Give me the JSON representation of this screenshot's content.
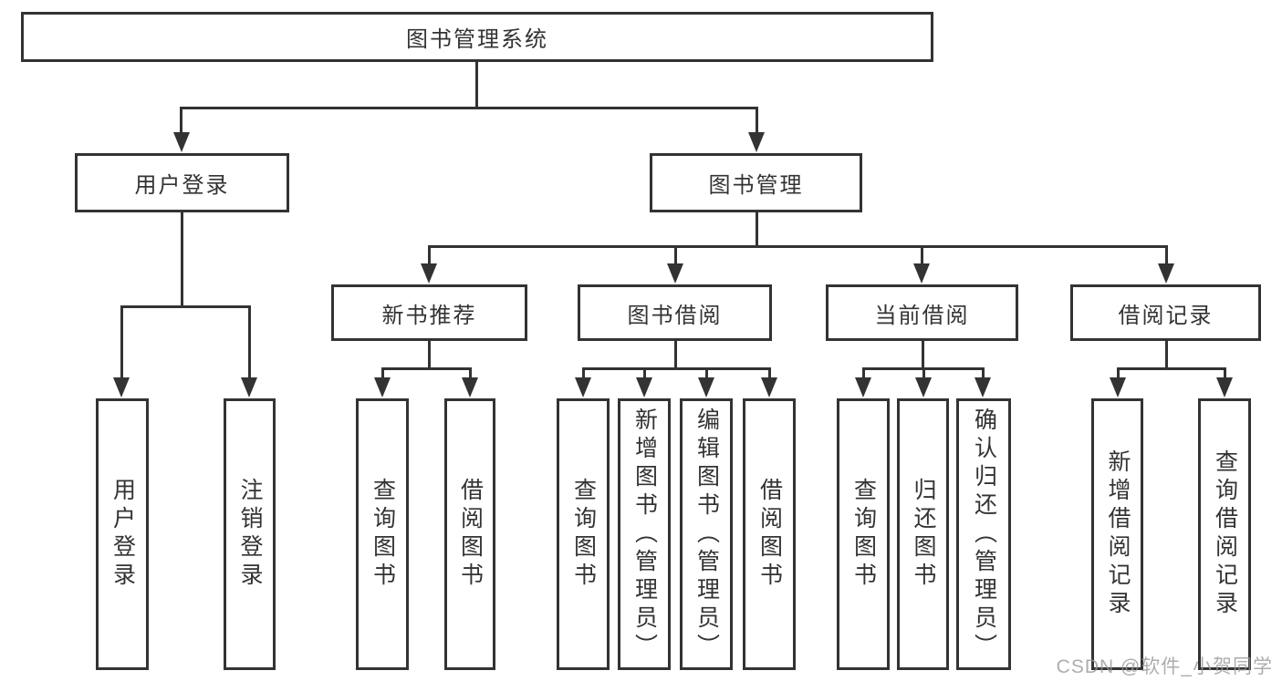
{
  "diagram_type": "functional-structure-tree",
  "tree": {
    "label": "图书管理系统",
    "children": [
      {
        "label": "用户登录",
        "children": [
          {
            "label": "用户登录"
          },
          {
            "label": "注销登录"
          }
        ]
      },
      {
        "label": "图书管理",
        "children": [
          {
            "label": "新书推荐",
            "children": [
              {
                "label": "查询图书"
              },
              {
                "label": "借阅图书"
              }
            ]
          },
          {
            "label": "图书借阅",
            "children": [
              {
                "label": "查询图书"
              },
              {
                "label": "新增图书（管理员）"
              },
              {
                "label": "编辑图书（管理员）"
              },
              {
                "label": "借阅图书"
              }
            ]
          },
          {
            "label": "当前借阅",
            "children": [
              {
                "label": "查询图书"
              },
              {
                "label": "归还图书"
              },
              {
                "label": "确认归还（管理员）"
              }
            ]
          },
          {
            "label": "借阅记录",
            "children": [
              {
                "label": "新增借阅记录"
              },
              {
                "label": "查询借阅记录"
              }
            ]
          }
        ]
      }
    ]
  },
  "watermark": {
    "text": "CSDN @软件_小贺同学"
  },
  "colors": {
    "line": "#333333",
    "text": "#333333",
    "background": "#ffffff",
    "watermark": "#969696"
  }
}
